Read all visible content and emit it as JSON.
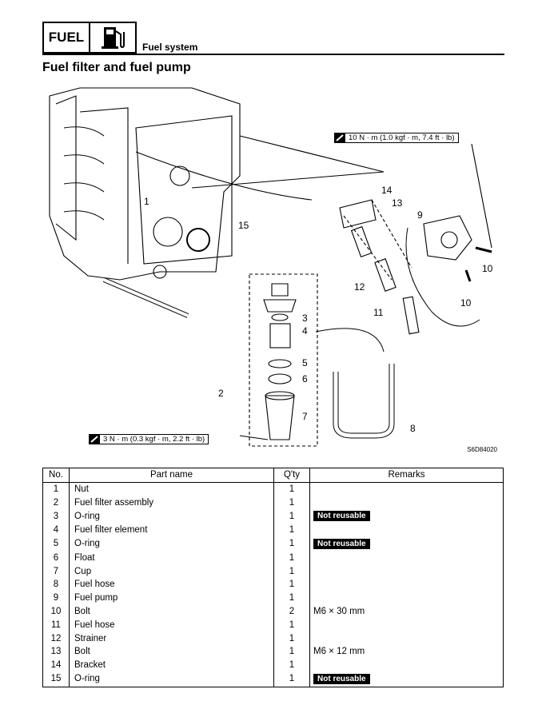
{
  "header": {
    "chapter": "FUEL",
    "section": "Fuel system",
    "icon": "fuel-pump-icon"
  },
  "title": "Fuel filter and fuel pump",
  "figure": {
    "torque_top": "10 N · m (1.0 kgf · m, 7.4 ft · lb)",
    "torque_bottom": "3 N · m (0.3 kgf · m, 2.2 ft · lb)",
    "code": "S6D84020",
    "callouts": [
      "1",
      "2",
      "3",
      "4",
      "5",
      "6",
      "7",
      "8",
      "9",
      "10",
      "10",
      "11",
      "12",
      "13",
      "14",
      "15"
    ]
  },
  "table": {
    "headers": [
      "No.",
      "Part name",
      "Q'ty",
      "Remarks"
    ],
    "rows": [
      {
        "no": "1",
        "name": "Nut",
        "qty": "1",
        "remark": "",
        "badge": ""
      },
      {
        "no": "2",
        "name": "Fuel filter assembly",
        "qty": "1",
        "remark": "",
        "badge": ""
      },
      {
        "no": "3",
        "name": "O-ring",
        "qty": "1",
        "remark": "",
        "badge": "Not reusable"
      },
      {
        "no": "4",
        "name": "Fuel filter element",
        "qty": "1",
        "remark": "",
        "badge": ""
      },
      {
        "no": "5",
        "name": "O-ring",
        "qty": "1",
        "remark": "",
        "badge": "Not reusable"
      },
      {
        "no": "6",
        "name": "Float",
        "qty": "1",
        "remark": "",
        "badge": ""
      },
      {
        "no": "7",
        "name": "Cup",
        "qty": "1",
        "remark": "",
        "badge": ""
      },
      {
        "no": "8",
        "name": "Fuel hose",
        "qty": "1",
        "remark": "",
        "badge": ""
      },
      {
        "no": "9",
        "name": "Fuel pump",
        "qty": "1",
        "remark": "",
        "badge": ""
      },
      {
        "no": "10",
        "name": "Bolt",
        "qty": "2",
        "remark": "M6 × 30 mm",
        "badge": ""
      },
      {
        "no": "11",
        "name": "Fuel hose",
        "qty": "1",
        "remark": "",
        "badge": ""
      },
      {
        "no": "12",
        "name": "Strainer",
        "qty": "1",
        "remark": "",
        "badge": ""
      },
      {
        "no": "13",
        "name": "Bolt",
        "qty": "1",
        "remark": "M6 × 12 mm",
        "badge": ""
      },
      {
        "no": "14",
        "name": "Bracket",
        "qty": "1",
        "remark": "",
        "badge": ""
      },
      {
        "no": "15",
        "name": "O-ring",
        "qty": "1",
        "remark": "",
        "badge": "Not reusable"
      }
    ]
  }
}
